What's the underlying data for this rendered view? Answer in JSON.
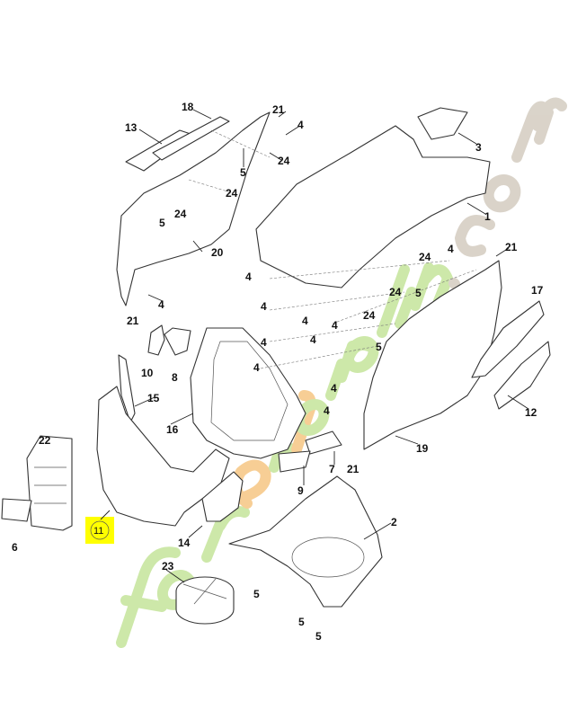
{
  "diagram": {
    "watermark": "foretjardin.com",
    "highlighted_part": "11",
    "labels": [
      "18",
      "13",
      "21",
      "4",
      "24",
      "5",
      "24",
      "24",
      "5",
      "20",
      "3",
      "1",
      "21",
      "4",
      "24",
      "21",
      "4",
      "4",
      "4",
      "24",
      "5",
      "24",
      "17",
      "4",
      "4",
      "4",
      "4",
      "5",
      "4",
      "4",
      "10",
      "8",
      "15",
      "16",
      "4",
      "12",
      "19",
      "22",
      "7",
      "21",
      "9",
      "11",
      "2",
      "14",
      "6",
      "23",
      "5",
      "5",
      "5"
    ]
  },
  "colors": {
    "highlight": "#ffff00",
    "watermark_green": "#c8e6a0",
    "watermark_orange": "#f7c98a",
    "watermark_gray": "#d6cfc4"
  }
}
